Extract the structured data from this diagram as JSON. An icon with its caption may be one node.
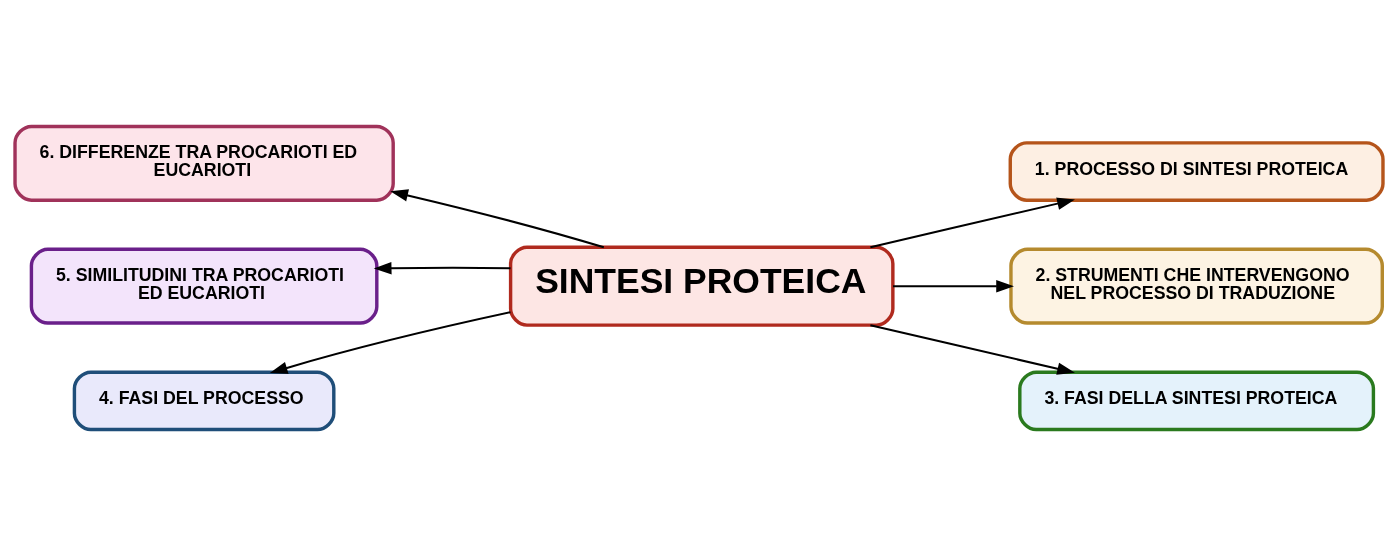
{
  "diagram": {
    "nodes": [
      {
        "text": [
          "SINTESI PROTEICA"
        ]
      },
      {
        "text": [
          "1. PROCESSO DI SINTESI PROTEICA"
        ]
      },
      {
        "text": [
          "2. STRUMENTI CHE INTERVENGONO NEL PROCESSO DI TRADUZIONE"
        ]
      },
      {
        "text": [
          "3. FASI DELLA SINTESI PROTEICA"
        ]
      },
      {
        "text": [
          "4. FASI DEL PROCESSO"
        ]
      },
      {
        "text": [
          "5. SIMILITUDINI TRA PROCARIOTI ED EUCARIOTI"
        ]
      },
      {
        "text": [
          "6. DIFFERENZE TRA PROCARIOTI ED EUCARIOTI"
        ]
      }
    ],
    "edges": [
      {
        "from": 0,
        "to": 1,
        "arrow": "to"
      },
      {
        "from": 0,
        "to": 2,
        "arrow": "to"
      },
      {
        "from": 0,
        "to": 3,
        "arrow": "to"
      },
      {
        "from": 0,
        "to": 4,
        "arrow": "to"
      },
      {
        "from": 0,
        "to": 5,
        "arrow": "to"
      },
      {
        "from": 0,
        "to": 6,
        "arrow": "to"
      }
    ]
  }
}
